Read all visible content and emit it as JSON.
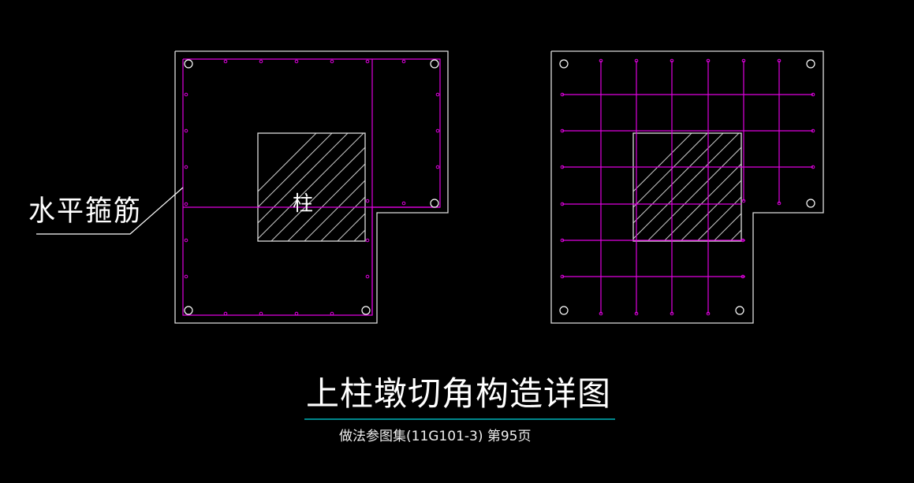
{
  "drawing": {
    "title": "上柱墩切角构造详图",
    "reference": "做法参图集(11G101-3) 第95页",
    "callout_label": "水平箍筋",
    "column_label": "柱",
    "colors": {
      "background": "#000000",
      "outline": "#ffffff",
      "rebar": "#e000e0",
      "title_underline": "#00d8e0"
    },
    "views": [
      {
        "name": "stirrup-layout",
        "description": "perimeter horizontal stirrups with corner bars"
      },
      {
        "name": "grid-layout",
        "description": "orthogonal rebar grid around column"
      }
    ]
  }
}
